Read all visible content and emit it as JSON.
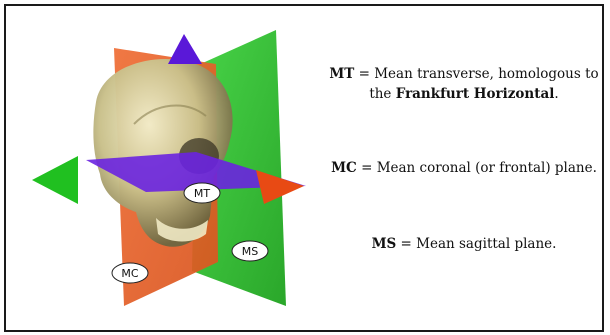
{
  "labels": {
    "mt": "MT",
    "mc": "MC",
    "ms": "MS"
  },
  "legend": {
    "mt_abbr": "MT",
    "mt_text1": " = Mean transverse, homologous to",
    "mt_text2": "the ",
    "mt_bold": "Frankfurt Horizontal",
    "mt_end": ".",
    "mc_abbr": "MC",
    "mc_text": " = Mean coronal (or frontal) plane.",
    "ms_abbr": "MS",
    "ms_text": " = Mean sagittal plane."
  },
  "colors": {
    "coronal_plane": "#e8622a",
    "sagittal_plane": "#2ec42e",
    "transverse_plane": "#6a24e0",
    "skull": "#c8c08a"
  }
}
